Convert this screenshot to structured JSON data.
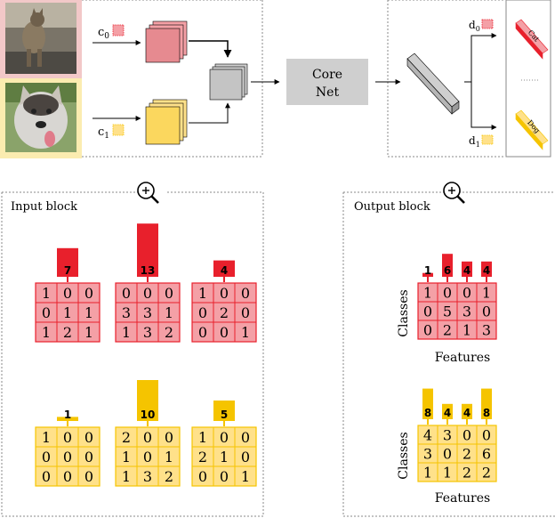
{
  "colors": {
    "red_fill": "#f4a0a6",
    "red_stroke": "#e8202c",
    "red_bar": "#e8202c",
    "yellow_fill": "#ffe18a",
    "yellow_stroke": "#f5c400",
    "yellow_bar": "#f5c400",
    "gray_box": "#cfcfcf",
    "pink_panel": "#f2c8c8",
    "yellow_panel": "#fbecb0"
  },
  "top": {
    "c0": "c",
    "c0_sub": "0",
    "c1": "c",
    "c1_sub": "1",
    "core_line1": "Core",
    "core_line2": "Net",
    "d0": "d",
    "d0_sub": "0",
    "d1": "d",
    "d1_sub": "1",
    "label_cat": "Cat",
    "label_dog": "Dog",
    "cat_photo_icon": "cat-photo",
    "dog_photo_icon": "dog-photo"
  },
  "input_block": {
    "title": "Input block",
    "zoom_icon": "magnifier-plus-icon",
    "red_blocks": [
      {
        "sum": "7",
        "grid": [
          [
            "1",
            "0",
            "0"
          ],
          [
            "0",
            "1",
            "1"
          ],
          [
            "1",
            "2",
            "1"
          ]
        ],
        "bar": 7
      },
      {
        "sum": "13",
        "grid": [
          [
            "0",
            "0",
            "0"
          ],
          [
            "3",
            "3",
            "1"
          ],
          [
            "1",
            "3",
            "2"
          ]
        ],
        "bar": 13
      },
      {
        "sum": "4",
        "grid": [
          [
            "1",
            "0",
            "0"
          ],
          [
            "0",
            "2",
            "0"
          ],
          [
            "0",
            "0",
            "1"
          ]
        ],
        "bar": 4
      }
    ],
    "yellow_blocks": [
      {
        "sum": "1",
        "grid": [
          [
            "1",
            "0",
            "0"
          ],
          [
            "0",
            "0",
            "0"
          ],
          [
            "0",
            "0",
            "0"
          ]
        ],
        "bar": 1
      },
      {
        "sum": "10",
        "grid": [
          [
            "2",
            "0",
            "0"
          ],
          [
            "1",
            "0",
            "1"
          ],
          [
            "1",
            "3",
            "2"
          ]
        ],
        "bar": 10
      },
      {
        "sum": "5",
        "grid": [
          [
            "1",
            "0",
            "0"
          ],
          [
            "2",
            "1",
            "0"
          ],
          [
            "0",
            "0",
            "1"
          ]
        ],
        "bar": 5
      }
    ]
  },
  "output_block": {
    "title": "Output block",
    "zoom_icon": "magnifier-plus-icon",
    "red": {
      "sums": [
        "1",
        "6",
        "4",
        "4"
      ],
      "bars": [
        1,
        6,
        4,
        4
      ],
      "grid": [
        [
          "1",
          "0",
          "0",
          "1"
        ],
        [
          "0",
          "5",
          "3",
          "0"
        ],
        [
          "0",
          "2",
          "1",
          "3"
        ]
      ],
      "ylabel": "Classes",
      "xlabel": "Features"
    },
    "yellow": {
      "sums": [
        "8",
        "4",
        "4",
        "8"
      ],
      "bars": [
        8,
        4,
        4,
        8
      ],
      "grid": [
        [
          "4",
          "3",
          "0",
          "0"
        ],
        [
          "3",
          "0",
          "2",
          "6"
        ],
        [
          "1",
          "1",
          "2",
          "2"
        ]
      ],
      "ylabel": "Classes",
      "xlabel": "Features"
    }
  }
}
